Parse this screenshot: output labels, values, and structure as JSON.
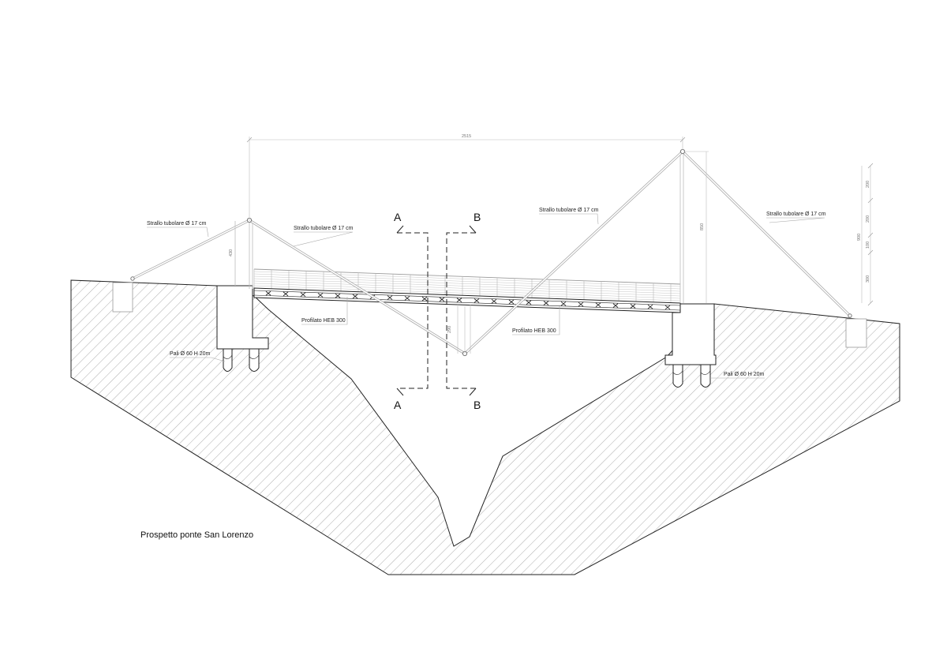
{
  "drawing": {
    "title": "Prospetto ponte San Lorenzo",
    "sections": {
      "a_top": "A",
      "a_bottom": "A",
      "b_top": "B",
      "b_bottom": "B"
    },
    "labels": {
      "strallo_1": "Strallo tubolare Ø 17 cm",
      "strallo_2": "Strallo tubolare Ø 17 cm",
      "strallo_3": "Strallo tubolare Ø 17 cm",
      "strallo_4": "Strallo tubolare Ø 17 cm",
      "profilato_1": "Profilato HEB 300",
      "profilato_2": "Profilato HEB 300",
      "pali_1": "Pali Ø 60 H 20m",
      "pali_2": "Pali Ø 60 H 20m"
    },
    "dimensions": {
      "span": "2515",
      "left_mast": "430",
      "right_mast": "850",
      "sag": "290",
      "right_total": "900",
      "right_seg_1": "200",
      "right_seg_2": "200",
      "right_seg_3": "100",
      "right_seg_4": "300"
    },
    "colors": {
      "line": "#222222",
      "cable": "#a9a9a9",
      "dimension": "#bdbdbd"
    }
  }
}
